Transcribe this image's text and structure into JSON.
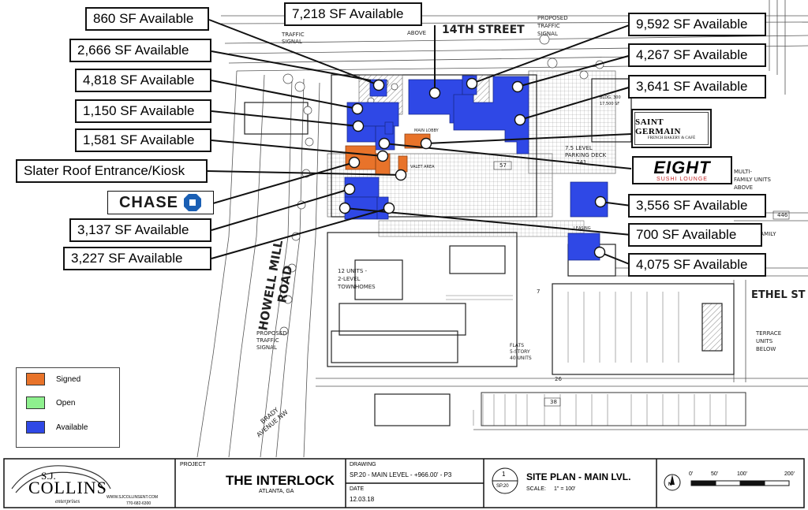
{
  "callouts": {
    "sf860": "860 SF Available",
    "sf7218": "7,218 SF Available",
    "sf2666": "2,666 SF Available",
    "sf4818": "4,818 SF Available",
    "sf1150": "1,150 SF Available",
    "sf1581": "1,581 SF Available",
    "slater": "Slater Roof Entrance/Kiosk",
    "sf3137": "3,137 SF Available",
    "sf3227": "3,227 SF Available",
    "sf9592": "9,592 SF Available",
    "sf4267": "4,267 SF Available",
    "sf3641": "3,641 SF Available",
    "sf3556": "3,556 SF Available",
    "sf700": "700 SF Available",
    "sf4075": "4,075 SF Available"
  },
  "logos": {
    "chase": "CHASE",
    "saint_germain": "SAINT GERMAIN",
    "saint_germain_sub": "FRENCH BAKERY & CAFÉ",
    "eight": "EIGHT",
    "eight_sub": "SUSHI LOUNGE"
  },
  "map_labels": {
    "street_14th": "14TH STREET",
    "traffic_signal_left": "TRAFFIC\nSIGNAL",
    "proposed_traffic_signal_top": "PROPOSED\nTRAFFIC\nSIGNAL",
    "above": "ABOVE",
    "howell_mill": "HOWELL MILL",
    "road": "ROAD",
    "proposed_traffic_signal_left": "PROPOSED\nTRAFFIC\nSIGNAL",
    "brady": "BRADY",
    "avenue_nw": "AVENUE NW",
    "townhomes": "12 UNITS -\n2-LEVEL\nTOWNHOMES",
    "parking_deck": "7.5 LEVEL\nPARKING DECK",
    "deck_no": "741",
    "bldg300": "BLDG. 300\n17,500 SF",
    "multi_family": "MULTI-\nFAMILY UNITS\nABOVE",
    "family": "FAMILY",
    "ethel": "ETHEL ST",
    "terrace": "TERRACE\nUNITS\nBELOW",
    "flats": "FLATS\n5-STORY\n40 UNITS",
    "main_lobby": "MAIN LOBBY",
    "valet": "VALET AREA",
    "leasing": "LEASING",
    "n57": "57",
    "n446": "446",
    "n38": "38",
    "n26": "26",
    "n7": "7"
  },
  "legend": {
    "signed": "Signed",
    "open": "Open",
    "available": "Available"
  },
  "colors": {
    "signed": "#e8732a",
    "open": "#8ef08e",
    "available": "#2f48e6"
  },
  "title_block": {
    "company_initials": "S.J.",
    "company_name": "COLLINS",
    "company_sub": "enterprises",
    "website": "WWW.SJCOLLINSENT.COM",
    "phone": "770-682-6300",
    "project_label": "PROJECT",
    "project_name": "THE INTERLOCK",
    "project_city": "ATLANTA, GA",
    "drawing_label": "DRAWING",
    "drawing_value": "SP.20 - MAIN LEVEL - +966.00' - P3",
    "date_label": "DATE",
    "date_value": "12.03.18",
    "sheet_no": "1",
    "sheet_id": "SP.20",
    "sheet_title": "SITE PLAN - MAIN LVL.",
    "scale_label": "SCALE:",
    "scale_value": "1\" = 100'",
    "north": "N",
    "scale_0": "0'",
    "scale_50": "50'",
    "scale_100": "100'",
    "scale_200": "200'"
  }
}
